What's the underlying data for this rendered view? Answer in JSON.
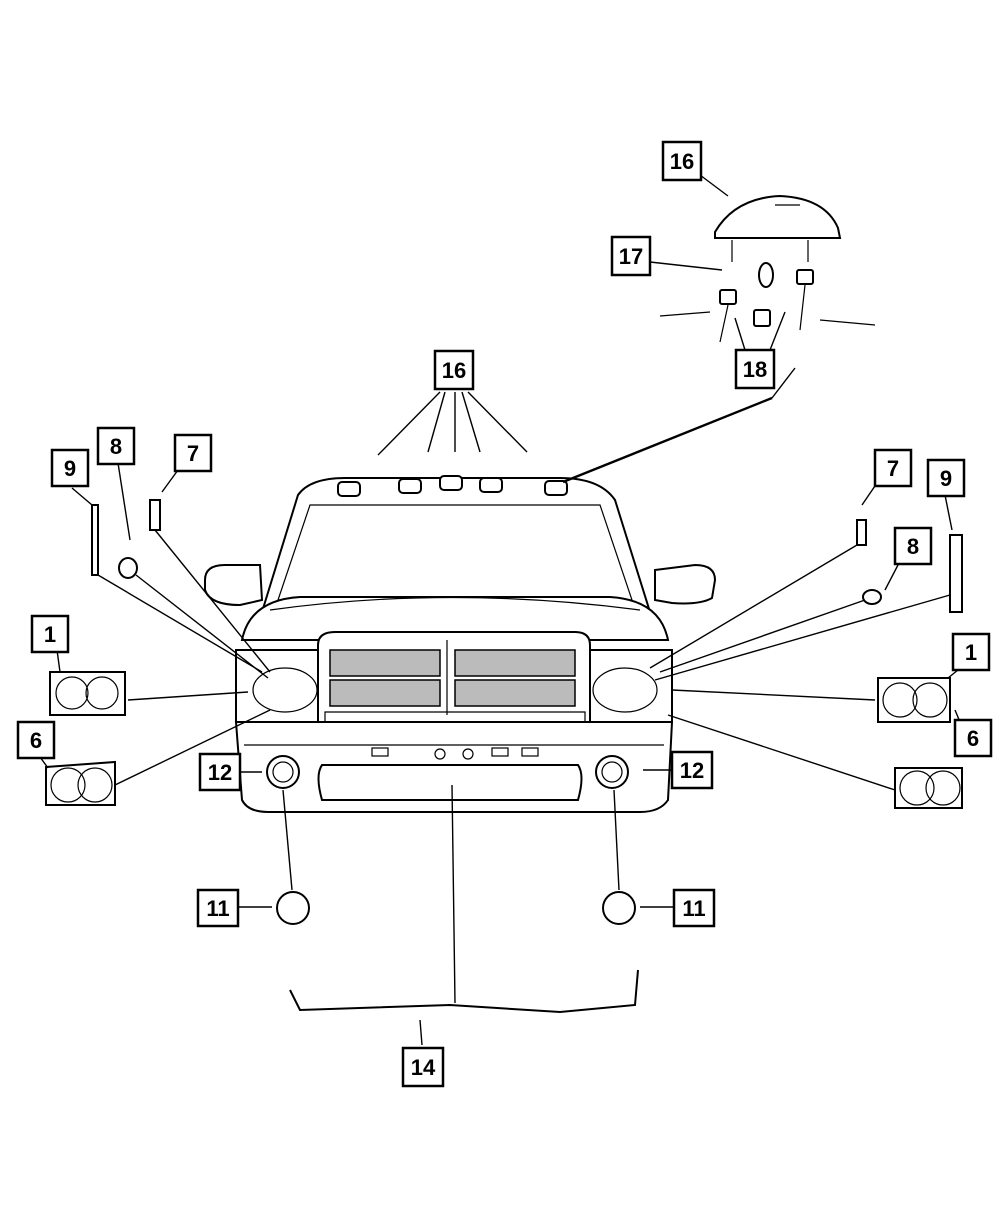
{
  "callouts": [
    {
      "id": "c16-top",
      "label": "16"
    },
    {
      "id": "c17",
      "label": "17"
    },
    {
      "id": "c18",
      "label": "18"
    },
    {
      "id": "c16-mid",
      "label": "16"
    },
    {
      "id": "c9-left",
      "label": "9"
    },
    {
      "id": "c8-left",
      "label": "8"
    },
    {
      "id": "c7-left",
      "label": "7"
    },
    {
      "id": "c7-right",
      "label": "7"
    },
    {
      "id": "c9-right",
      "label": "9"
    },
    {
      "id": "c8-right",
      "label": "8"
    },
    {
      "id": "c1-left",
      "label": "1"
    },
    {
      "id": "c1-right",
      "label": "1"
    },
    {
      "id": "c6-left",
      "label": "6"
    },
    {
      "id": "c6-right",
      "label": "6"
    },
    {
      "id": "c12-left",
      "label": "12"
    },
    {
      "id": "c12-right",
      "label": "12"
    },
    {
      "id": "c11-left",
      "label": "11"
    },
    {
      "id": "c11-right",
      "label": "11"
    },
    {
      "id": "c14",
      "label": "14"
    }
  ]
}
